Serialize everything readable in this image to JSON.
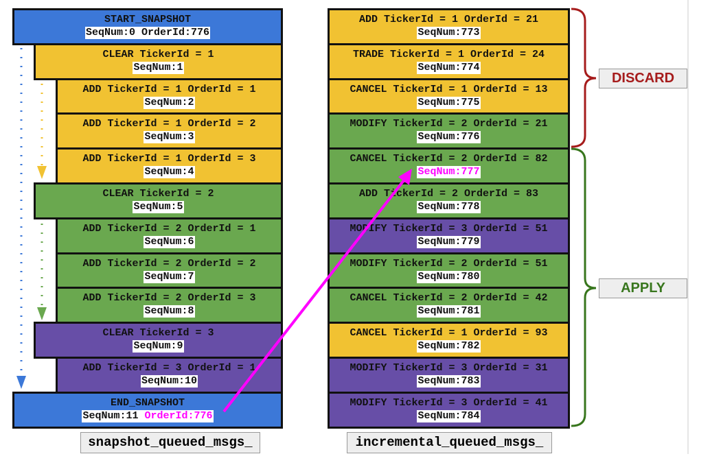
{
  "colors": {
    "blue": "#3c78d8",
    "yellow": "#f1c232",
    "green": "#6aa84f",
    "purple": "#674ea7",
    "magenta": "#ff00ff",
    "discard": "#a61c1c",
    "apply": "#38761d"
  },
  "snapshot": {
    "label": "snapshot_queued_msgs_",
    "items": [
      {
        "title": "START_SNAPSHOT",
        "seq": "SeqNum:0 OrderId:776",
        "color": "blue"
      },
      {
        "title": "CLEAR TickerId = 1",
        "seq": "SeqNum:1",
        "color": "yellow"
      },
      {
        "title": "ADD TickerId = 1 OrderId = 1",
        "seq": "SeqNum:2",
        "color": "yellow"
      },
      {
        "title": "ADD TickerId = 1 OrderId = 2",
        "seq": "SeqNum:3",
        "color": "yellow"
      },
      {
        "title": "ADD TickerId = 1 OrderId = 3",
        "seq": "SeqNum:4",
        "color": "yellow"
      },
      {
        "title": "CLEAR TickerId = 2",
        "seq": "SeqNum:5",
        "color": "green"
      },
      {
        "title": "ADD TickerId = 2 OrderId = 1",
        "seq": "SeqNum:6",
        "color": "green"
      },
      {
        "title": "ADD TickerId = 2 OrderId = 2",
        "seq": "SeqNum:7",
        "color": "green"
      },
      {
        "title": "ADD TickerId = 2 OrderId = 3",
        "seq": "SeqNum:8",
        "color": "green"
      },
      {
        "title": "CLEAR TickerId = 3",
        "seq": "SeqNum:9",
        "color": "purple"
      },
      {
        "title": "ADD TickerId = 3 OrderId = 1",
        "seq": "SeqNum:10",
        "color": "purple"
      },
      {
        "title": "END_SNAPSHOT",
        "seq": "SeqNum:11",
        "seq_extra": "OrderId:776",
        "color": "blue"
      }
    ]
  },
  "incremental": {
    "label": "incremental_queued_msgs_",
    "items": [
      {
        "title": "ADD TickerId = 1 OrderId = 21",
        "seq": "SeqNum:773",
        "color": "yellow"
      },
      {
        "title": "TRADE TickerId = 1 OrderId = 24",
        "seq": "SeqNum:774",
        "color": "yellow"
      },
      {
        "title": "CANCEL TickerId = 1 OrderId = 13",
        "seq": "SeqNum:775",
        "color": "yellow"
      },
      {
        "title": "MODIFY TickerId = 2 OrderId = 21",
        "seq": "SeqNum:776",
        "color": "green"
      },
      {
        "title": "CANCEL TickerId = 2 OrderId = 82",
        "seq": "SeqNum:777",
        "color": "green",
        "highlight": true
      },
      {
        "title": "ADD TickerId = 2 OrderId = 83",
        "seq": "SeqNum:778",
        "color": "green"
      },
      {
        "title": "MODIFY TickerId = 3 OrderId = 51",
        "seq": "SeqNum:779",
        "color": "purple"
      },
      {
        "title": "MODIFY TickerId = 2 OrderId = 51",
        "seq": "SeqNum:780",
        "color": "green"
      },
      {
        "title": "CANCEL TickerId = 2 OrderId = 42",
        "seq": "SeqNum:781",
        "color": "green"
      },
      {
        "title": "CANCEL TickerId = 1 OrderId = 93",
        "seq": "SeqNum:782",
        "color": "yellow"
      },
      {
        "title": "MODIFY TickerId = 3 OrderId = 31",
        "seq": "SeqNum:783",
        "color": "purple"
      },
      {
        "title": "MODIFY TickerId = 3 OrderId = 41",
        "seq": "SeqNum:784",
        "color": "purple"
      }
    ]
  },
  "discard_label": "DISCARD",
  "apply_label": "APPLY"
}
